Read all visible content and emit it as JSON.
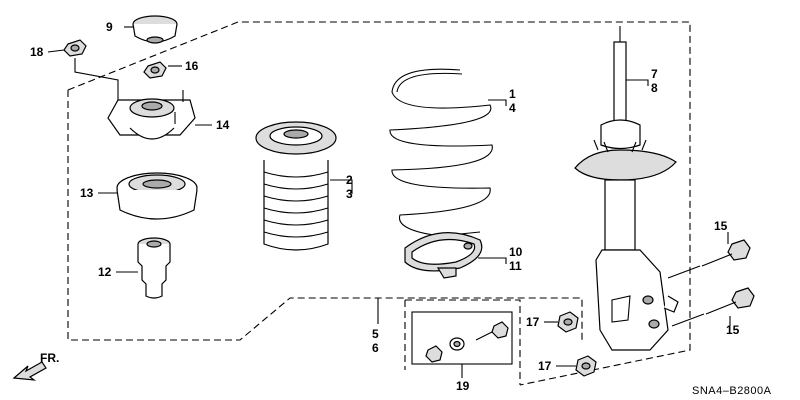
{
  "labels": {
    "p1": "1",
    "p2": "2",
    "p3": "3",
    "p4": "4",
    "p5": "5",
    "p6": "6",
    "p7": "7",
    "p8": "8",
    "p9": "9",
    "p10": "10",
    "p11": "11",
    "p12": "12",
    "p13": "13",
    "p14": "14",
    "p15a": "15",
    "p15b": "15",
    "p16": "16",
    "p17a": "17",
    "p17b": "17",
    "p18": "18",
    "p19": "19"
  },
  "direction": "FR.",
  "diagram_code": "SNA4–B2800A"
}
